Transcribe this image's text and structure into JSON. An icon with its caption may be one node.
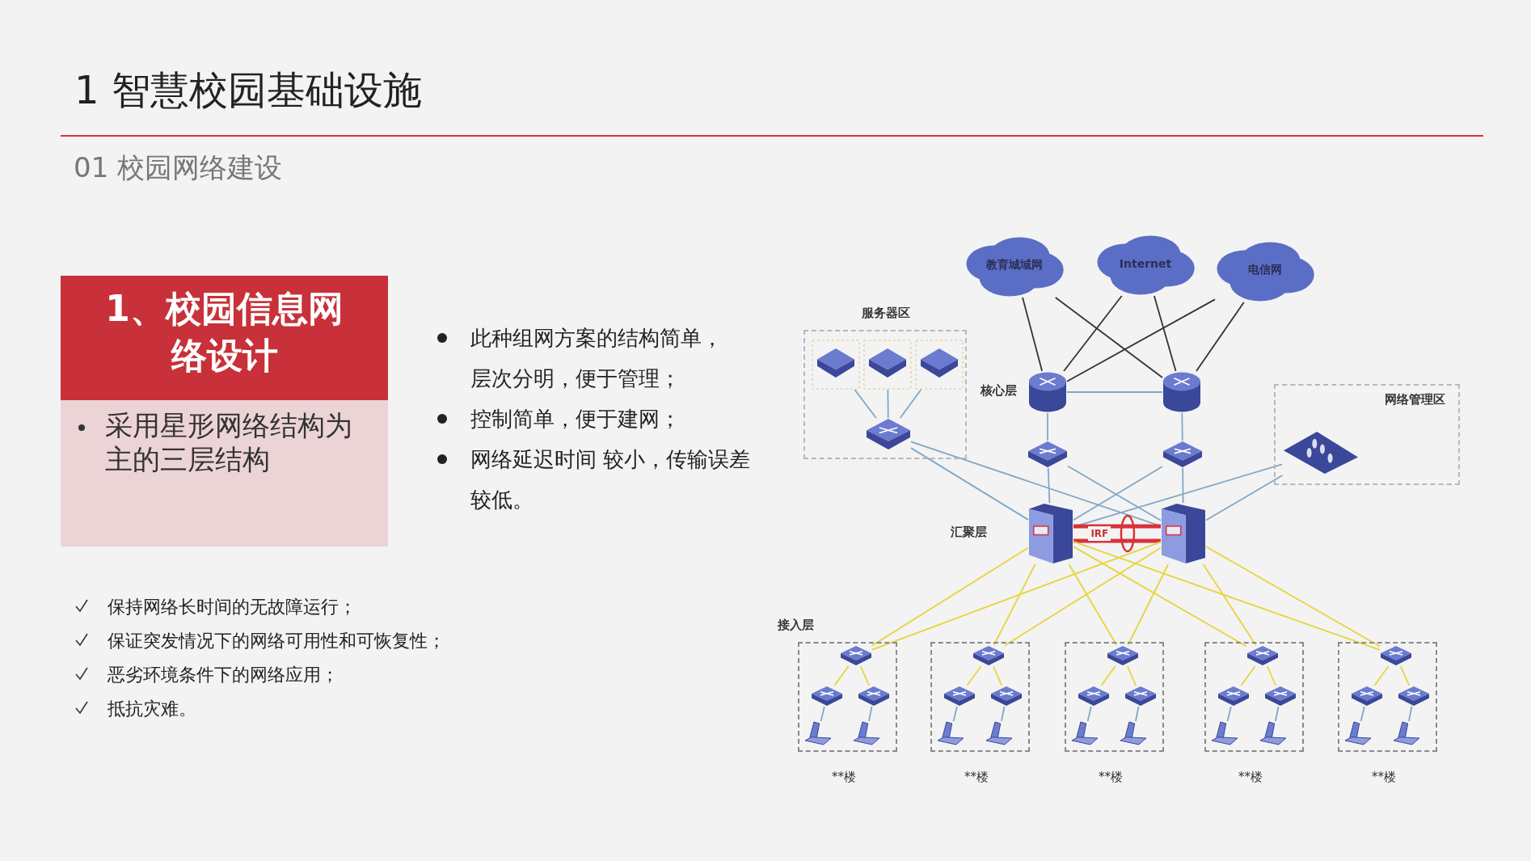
{
  "diagram": {
    "title": "1 智慧校园基础设施",
    "nodes": [
      {
        "text": [
          "1、校园信息网络设计",
          "采用星形网络结构为主的三层结构"
        ]
      },
      {
        "text": [
          "教育城域网"
        ]
      },
      {
        "text": [
          "Internet"
        ]
      },
      {
        "text": [
          "电信网"
        ]
      },
      {
        "text": [
          "服务器区"
        ]
      },
      {
        "text": [],
        "shape": "picture",
        "in": 4
      },
      {
        "text": [],
        "shape": "picture",
        "in": 4
      },
      {
        "text": [],
        "shape": "picture",
        "in": 4
      },
      {
        "text": [],
        "shape": "picture",
        "in": 4
      },
      {
        "text": [],
        "shape": "cylinder"
      },
      {
        "text": [],
        "shape": "cylinder"
      },
      {
        "text": [],
        "shape": "picture"
      },
      {
        "text": [],
        "shape": "picture"
      },
      {
        "text": [
          "网络管理区"
        ]
      },
      {
        "text": [],
        "shape": "picture",
        "in": 13
      },
      {
        "text": [],
        "shape": "picture"
      },
      {
        "text": [],
        "shape": "picture"
      },
      {
        "text": [
          "**楼"
        ]
      },
      {
        "text": [],
        "shape": "picture",
        "in": 17
      },
      {
        "text": [],
        "shape": "picture",
        "in": 17
      },
      {
        "text": [],
        "shape": "picture",
        "in": 17
      },
      {
        "text": [],
        "shape": "picture",
        "in": 17
      },
      {
        "text": [],
        "shape": "picture",
        "in": 17
      },
      {
        "text": [
          "**楼"
        ]
      },
      {
        "text": [],
        "shape": "picture",
        "in": 23
      },
      {
        "text": [],
        "shape": "picture",
        "in": 23
      },
      {
        "text": [],
        "shape": "picture",
        "in": 23
      },
      {
        "text": [],
        "shape": "picture",
        "in": 23
      },
      {
        "text": [],
        "shape": "picture",
        "in": 23
      },
      {
        "text": [
          "**楼"
        ]
      },
      {
        "text": [],
        "shape": "picture",
        "in": 29
      },
      {
        "text": [],
        "shape": "picture",
        "in": 29
      },
      {
        "text": [],
        "shape": "picture",
        "in": 29
      },
      {
        "text": [],
        "shape": "picture",
        "in": 29
      },
      {
        "text": [],
        "shape": "picture",
        "in": 29
      },
      {
        "text": [
          "**楼"
        ]
      },
      {
        "text": [],
        "shape": "picture",
        "in": 35
      },
      {
        "text": [],
        "shape": "picture",
        "in": 35
      },
      {
        "text": [],
        "shape": "picture",
        "in": 35
      },
      {
        "text": [],
        "shape": "picture",
        "in": 35
      },
      {
        "text": [],
        "shape": "picture",
        "in": 35
      },
      {
        "text": [
          "**楼"
        ]
      },
      {
        "text": [],
        "shape": "picture",
        "in": 41
      },
      {
        "text": [],
        "shape": "picture",
        "in": 41
      },
      {
        "text": [],
        "shape": "picture",
        "in": 41
      },
      {
        "text": [],
        "shape": "picture",
        "in": 41
      },
      {
        "text": [],
        "shape": "picture",
        "in": 41
      }
    ],
    "edges": [
      {
        "from": 1,
        "to": 9,
        "arrow": "none",
        "color": "#333333"
      },
      {
        "from": 1,
        "to": 10,
        "arrow": "none",
        "color": "#333333"
      },
      {
        "from": 2,
        "to": 9,
        "arrow": "none",
        "color": "#333333"
      },
      {
        "from": 2,
        "to": 10,
        "arrow": "none",
        "color": "#333333"
      },
      {
        "from": 3,
        "to": 9,
        "arrow": "none",
        "color": "#333333"
      },
      {
        "from": 3,
        "to": 10,
        "arrow": "none",
        "color": "#333333"
      },
      {
        "from": 9,
        "to": 10,
        "arrow": "none"
      },
      {
        "from": 9,
        "to": 11,
        "arrow": "none"
      },
      {
        "from": 10,
        "to": 12,
        "arrow": "none"
      },
      {
        "from": 5,
        "to": 8,
        "arrow": "none"
      },
      {
        "from": 6,
        "to": 8,
        "arrow": "none"
      },
      {
        "from": 7,
        "to": 8,
        "arrow": "none"
      },
      {
        "from": 8,
        "to": 15,
        "arrow": "none"
      },
      {
        "from": 8,
        "to": 16,
        "arrow": "none"
      },
      {
        "from": 11,
        "to": 15,
        "arrow": "none"
      },
      {
        "from": 11,
        "to": 16,
        "arrow": "none"
      },
      {
        "from": 12,
        "to": 15,
        "arrow": "none"
      },
      {
        "from": 12,
        "to": 16,
        "arrow": "none"
      },
      {
        "from": 14,
        "to": 15,
        "arrow": "none"
      },
      {
        "from": 14,
        "to": 16,
        "arrow": "none"
      },
      {
        "from": 15,
        "to": 16,
        "arrow": "none",
        "label": "IRF",
        "style": "thick",
        "color": "#d9323a"
      },
      {
        "from": 15,
        "to": 18,
        "arrow": "none",
        "color": "#e6d43c"
      },
      {
        "from": 16,
        "to": 18,
        "arrow": "none",
        "color": "#e6d43c"
      },
      {
        "from": 15,
        "to": 24,
        "arrow": "none",
        "color": "#e6d43c"
      },
      {
        "from": 16,
        "to": 24,
        "arrow": "none",
        "color": "#e6d43c"
      },
      {
        "from": 15,
        "to": 30,
        "arrow": "none",
        "color": "#e6d43c"
      },
      {
        "from": 16,
        "to": 30,
        "arrow": "none",
        "color": "#e6d43c"
      },
      {
        "from": 15,
        "to": 36,
        "arrow": "none",
        "color": "#e6d43c"
      },
      {
        "from": 16,
        "to": 36,
        "arrow": "none",
        "color": "#e6d43c"
      },
      {
        "from": 15,
        "to": 42,
        "arrow": "none",
        "color": "#e6d43c"
      },
      {
        "from": 16,
        "to": 42,
        "arrow": "none",
        "color": "#e6d43c"
      },
      {
        "from": 18,
        "to": 19,
        "arrow": "none",
        "color": "#e6d43c"
      },
      {
        "from": 18,
        "to": 20,
        "arrow": "none",
        "color": "#e6d43c"
      },
      {
        "from": 19,
        "to": 21,
        "arrow": "none"
      },
      {
        "from": 20,
        "to": 22,
        "arrow": "none"
      },
      {
        "from": 24,
        "to": 25,
        "arrow": "none",
        "color": "#e6d43c"
      },
      {
        "from": 24,
        "to": 26,
        "arrow": "none",
        "color": "#e6d43c"
      },
      {
        "from": 25,
        "to": 27,
        "arrow": "none"
      },
      {
        "from": 26,
        "to": 28,
        "arrow": "none"
      },
      {
        "from": 30,
        "to": 31,
        "arrow": "none",
        "color": "#e6d43c"
      },
      {
        "from": 30,
        "to": 32,
        "arrow": "none",
        "color": "#e6d43c"
      },
      {
        "from": 31,
        "to": 33,
        "arrow": "none"
      },
      {
        "from": 32,
        "to": 34,
        "arrow": "none"
      },
      {
        "from": 36,
        "to": 37,
        "arrow": "none",
        "color": "#e6d43c"
      },
      {
        "from": 36,
        "to": 38,
        "arrow": "none",
        "color": "#e6d43c"
      },
      {
        "from": 37,
        "to": 39,
        "arrow": "none"
      },
      {
        "from": 38,
        "to": 40,
        "arrow": "none"
      },
      {
        "from": 42,
        "to": 43,
        "arrow": "none",
        "color": "#e6d43c"
      },
      {
        "from": 42,
        "to": 44,
        "arrow": "none",
        "color": "#e6d43c"
      },
      {
        "from": 43,
        "to": 45,
        "arrow": "none"
      },
      {
        "from": 44,
        "to": 46,
        "arrow": "none"
      }
    ],
    "labels": [
      "01 校园网络建设",
      "此种组网方案的结构简单，层次分明，便于管理；",
      "控制简单，便于建网；",
      "网络延迟时间 较小，传输误差较低。",
      "保持网络长时间的无故障运行；",
      "保证突发情况下的网络可用性和可恢复性；",
      "恶劣环境条件下的网络应用；",
      "抵抗灾难。",
      "核心层",
      "汇聚层",
      "接入层"
    ]
  }
}
